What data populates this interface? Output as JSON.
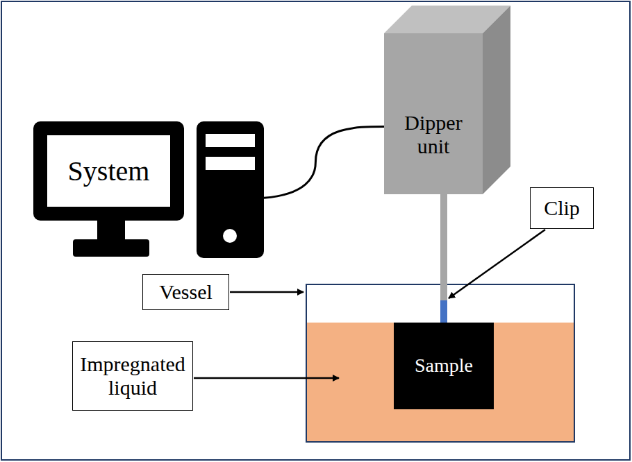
{
  "diagram": {
    "nodes": [
      {
        "text": [
          "System"
        ]
      },
      {
        "text": [
          "Dipper unit"
        ]
      },
      {
        "text": [
          "Clip"
        ]
      },
      {
        "text": [
          "Vessel"
        ]
      },
      {
        "text": [
          "Impregnated liquid"
        ]
      },
      {
        "text": [
          "Sample"
        ]
      }
    ],
    "edges": [
      {
        "from": 0,
        "to": 1,
        "arrow": "none"
      },
      {
        "from": 1,
        "to": 5,
        "arrow": "none"
      }
    ]
  }
}
